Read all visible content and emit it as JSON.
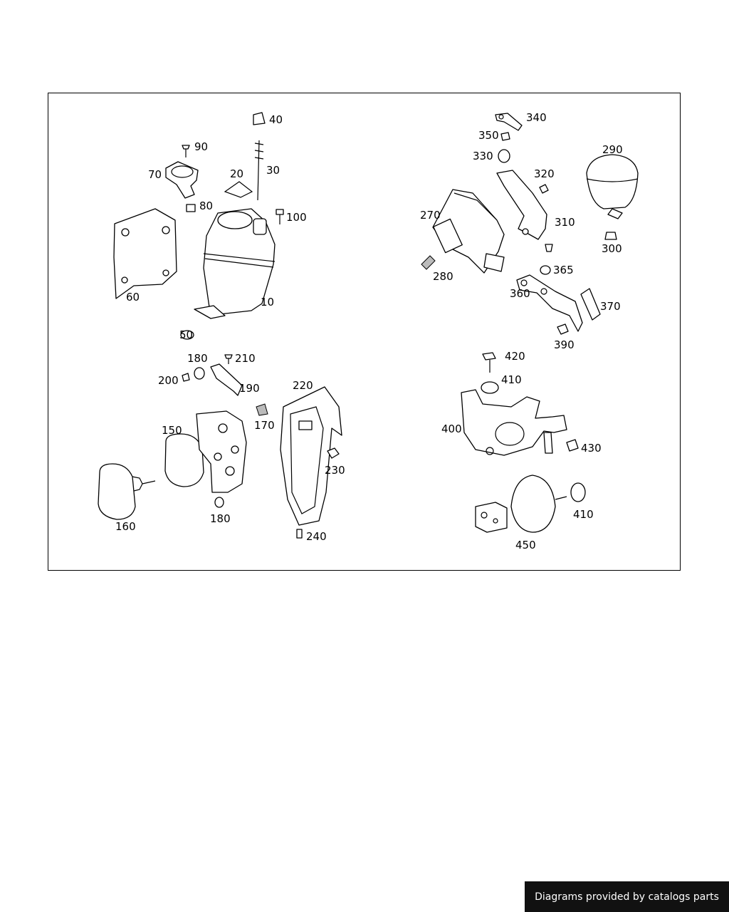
{
  "footer": {
    "credit": "Diagrams provided by catalogs parts"
  },
  "callouts": {
    "c10": "10",
    "c20": "20",
    "c30": "30",
    "c40": "40",
    "c50": "50",
    "c60": "60",
    "c70": "70",
    "c80": "80",
    "c90": "90",
    "c100": "100",
    "c150": "150",
    "c160": "160",
    "c170": "170",
    "c180a": "180",
    "c180b": "180",
    "c190": "190",
    "c200": "200",
    "c210": "210",
    "c220": "220",
    "c230": "230",
    "c240": "240",
    "c270": "270",
    "c280": "280",
    "c290": "290",
    "c300": "300",
    "c310": "310",
    "c320": "320",
    "c330": "330",
    "c340": "340",
    "c350": "350",
    "c360": "360",
    "c365": "365",
    "c370": "370",
    "c390": "390",
    "c400": "400",
    "c410a": "410",
    "c410b": "410",
    "c420": "420",
    "c430": "430",
    "c450": "450"
  }
}
